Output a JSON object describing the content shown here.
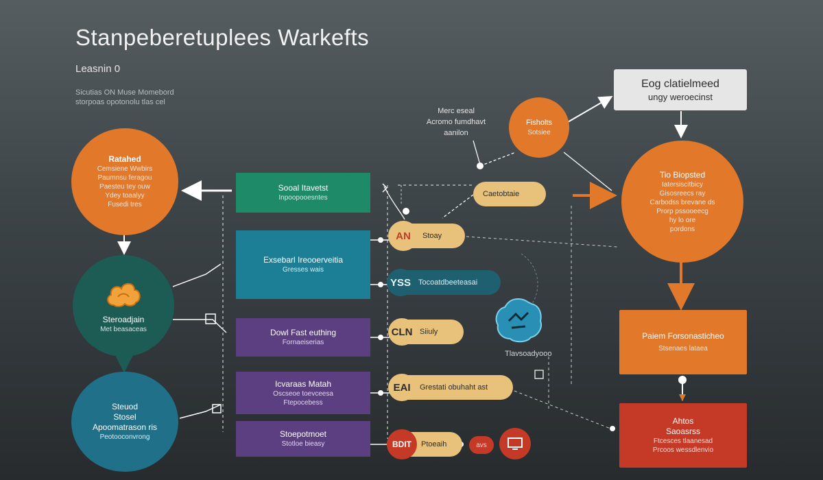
{
  "header": {
    "title": "Stanpeberetuplees Warkefts",
    "subtitle": "Leasnin 0",
    "desc_lines": [
      "Sicutias ON Muse Momebord",
      "storpoas opotonolu tlas cel"
    ]
  },
  "left_column": {
    "top_circle": {
      "title": "Ratahed",
      "lines": [
        "Cemsiene Wwbirs",
        "Paumnsu feragou",
        "Paesteu tey ouw",
        "Ydey toaalyy",
        "Fusedi tres"
      ]
    },
    "mid_circle": {
      "title": "Steroadjain",
      "sub": "Met beasaceas"
    },
    "bottom_circle": {
      "title": "Steuod",
      "lines": [
        "Stosel",
        "Apoomatrason ris",
        "Peotooconvrong"
      ]
    }
  },
  "center_bars": [
    {
      "title": "Sooal Itavetst",
      "sub": "Inpoopooesntes"
    },
    {
      "title": "Exsebarl Ireooerveitia",
      "sub": "Gresses wais"
    },
    {
      "title": "Dowl Fast euthing",
      "sub": "Fornaeiserias"
    },
    {
      "title": "Icvaraas Matah",
      "sub": "Oscseoe toevceesa",
      "sub2": "Ftepocebess"
    },
    {
      "title": "Stoepotmoet",
      "sub": "Stotloe bieasy"
    }
  ],
  "pills": [
    {
      "badge": "",
      "text": "Caetobtaie"
    },
    {
      "badge": "AN",
      "text": "Stoay"
    },
    {
      "badge": "YSS",
      "text": "Tocoatdbeeteasai"
    },
    {
      "badge": "CLN",
      "text": "Siiuly"
    },
    {
      "badge": "EAI",
      "text": "Grestati obuhaht ast"
    },
    {
      "badge": "BDIT",
      "text": "Ptoeaih"
    }
  ],
  "small_labels": {
    "mid_annotation": [
      "Merc eseal",
      "Acromo fumdhavt",
      "aanilon"
    ],
    "red_chip": "avs",
    "blue_icon_caption": "Tlavsoadyooo"
  },
  "right_column": {
    "small_orange": {
      "title": "Fisholts",
      "sub": "Sotsiee"
    },
    "card": {
      "title": "Eog clatielmeed",
      "sub": "ungy weroecinst"
    },
    "big_orange": {
      "title": "Tio Biopsted",
      "lines": [
        "Iatersiscitbicy",
        "Gisosreecs ray",
        "Carbodss brevane ds",
        "Prorp pssooeecg",
        "hy lo ore",
        "pordons"
      ]
    },
    "orange_rect": {
      "title": "Paiem Forsonasticheo",
      "sub": "Stsenaes lataea"
    },
    "red_rect": {
      "title": "Ahtos",
      "lines": [
        "Saoasrss",
        "Ftcesces tlaanesad",
        "Prcoos wessdlenvio"
      ]
    }
  },
  "colors": {
    "orange": "#e2782a",
    "teal": "#1c5c55",
    "blue": "#20708a",
    "green": "#1f8a68",
    "purple": "#5b3f80",
    "red": "#c53a26",
    "tan": "#e8c27a"
  }
}
